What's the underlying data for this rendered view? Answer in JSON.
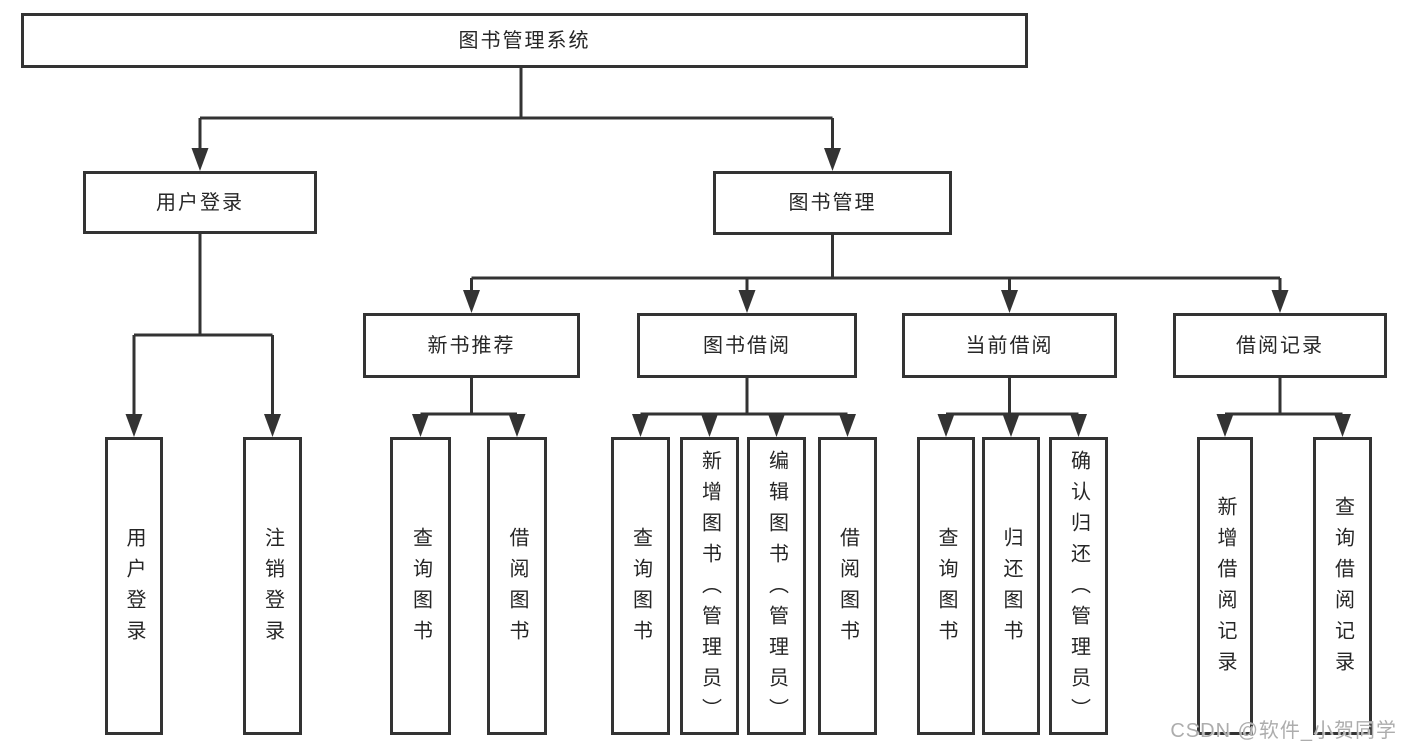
{
  "tree": {
    "root": {
      "label": "图书管理系统",
      "children": [
        {
          "label": "用户登录",
          "children": [
            {
              "label": "用户登录"
            },
            {
              "label": "注销登录"
            }
          ]
        },
        {
          "label": "图书管理",
          "children": [
            {
              "label": "新书推荐",
              "children": [
                {
                  "label": "查询图书"
                },
                {
                  "label": "借阅图书"
                }
              ]
            },
            {
              "label": "图书借阅",
              "children": [
                {
                  "label": "查询图书"
                },
                {
                  "label": "新增图书（管理员）"
                },
                {
                  "label": "编辑图书（管理员）"
                },
                {
                  "label": "借阅图书"
                }
              ]
            },
            {
              "label": "当前借阅",
              "children": [
                {
                  "label": "查询图书"
                },
                {
                  "label": "归还图书"
                },
                {
                  "label": "确认归还（管理员）"
                }
              ]
            },
            {
              "label": "借阅记录",
              "children": [
                {
                  "label": "新增借阅记录"
                },
                {
                  "label": "查询借阅记录"
                }
              ]
            }
          ]
        }
      ]
    }
  },
  "watermark": {
    "text": "CSDN @软件_小贺同学"
  },
  "colors": {
    "line": "#333333",
    "border": "#333333",
    "text": "#262626",
    "background": "#ffffff",
    "watermark": "#adadad"
  }
}
